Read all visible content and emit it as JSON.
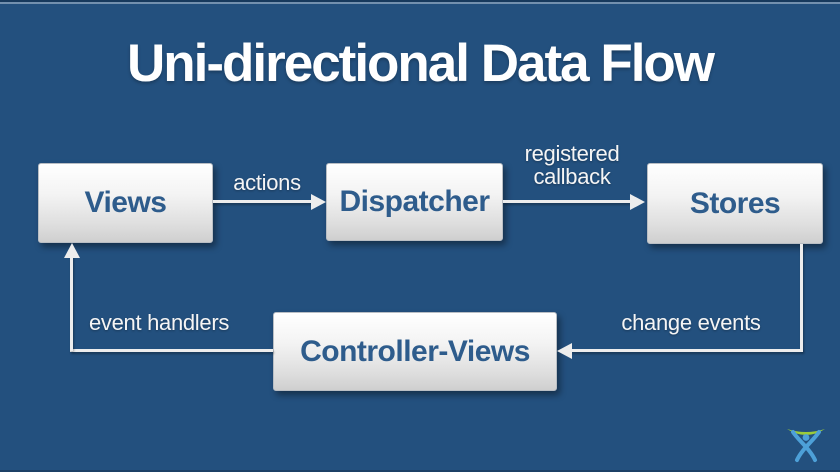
{
  "title": "Uni-directional Data Flow",
  "nodes": [
    {
      "id": "views",
      "label": "Views"
    },
    {
      "id": "dispatcher",
      "label": "Dispatcher"
    },
    {
      "id": "stores",
      "label": "Stores"
    },
    {
      "id": "controller_views",
      "label": "Controller-Views"
    }
  ],
  "edges": [
    {
      "from": "views",
      "to": "dispatcher",
      "label": "actions"
    },
    {
      "from": "dispatcher",
      "to": "stores",
      "label": "registered callback"
    },
    {
      "from": "stores",
      "to": "controller_views",
      "label": "change events"
    },
    {
      "from": "controller_views",
      "to": "views",
      "label": "event handlers"
    }
  ],
  "logo": {
    "name": "atlassian-logo"
  },
  "colors": {
    "background": "#23507E",
    "title_text": "#FFFFFF",
    "node_text": "#2E5C8C",
    "arrow": "#EDEDED",
    "label_text": "#F5F5F5",
    "logo_green": "#9BCB3B",
    "logo_blue": "#4DA0D8"
  }
}
